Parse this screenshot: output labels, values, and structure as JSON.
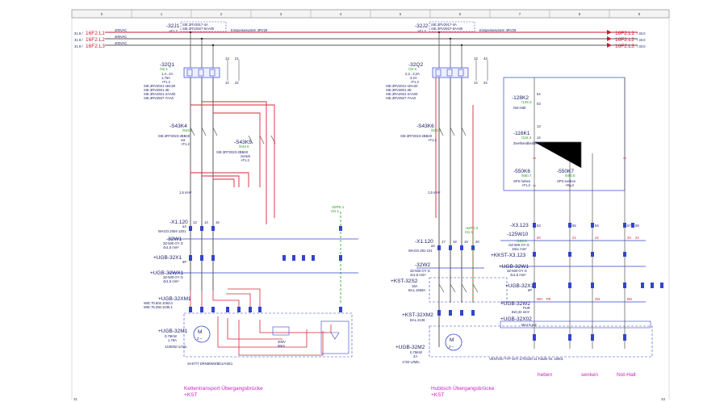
{
  "header": {
    "columns": [
      "0",
      "1",
      "2",
      "3",
      "4",
      "5",
      "6",
      "7",
      "8",
      "9"
    ]
  },
  "footer": {
    "page_left": "31",
    "page_right": "33"
  },
  "left": {
    "feed_refs": [
      "31.9 /",
      "31.9 /",
      "31.9 /"
    ],
    "feed_labels": [
      "16F2.L1",
      "16F2.L2",
      "16F2.L3"
    ],
    "feed_voltage": "400VAC",
    "breaker_top": {
      "name": "-32J1",
      "ref": "+F1.2",
      "parts": [
        "SIE.3RV2917-4A",
        "SIE.3RV2927-5AA00"
      ]
    },
    "system_label": "Einspeisesystem 3RV29",
    "mpcb": {
      "name": "-32Q1",
      "ref": "/32.1",
      "rating": [
        "1,4...2A",
        "1,75A",
        "+F1.2"
      ],
      "parts": [
        "SIE.3RV2021-1BA20",
        "SIE.3RV2901-2E",
        "SIE.3RA2921-2AA00",
        "SIE.3RV2927-7AA0"
      ]
    },
    "contactor_a": {
      "name": "-S43K4",
      "ref": "/543.5",
      "part": "SIE.3RT2023-2BB40",
      "mode": "vor",
      "loc": "+F1.2"
    },
    "contactor_b": {
      "name": "-S43K5",
      "ref": "/543.6",
      "part": "SIE.3RT2023-2BB40",
      "mode": "zurück",
      "loc": "+F1.2"
    },
    "terminal": {
      "name": "-X1.120",
      "detail": "a3",
      "part": "WAGO.2004-1301",
      "nums": [
        "13",
        "14",
        "15"
      ]
    },
    "pe_ref": "-32PE.1",
    "pe_ref_sub": "/31.1",
    "cable_w1": {
      "name": "-32W1",
      "type": "3Z-500 OY G",
      "size": "4x1,5 mm²"
    },
    "connector": {
      "name": "+UGB-32X1",
      "pin": "6P"
    },
    "cable_wx1": {
      "name": "+UGB-32WX1",
      "type": "3Z-500 OY G",
      "size": "4x1,5 mm²"
    },
    "motor_conn": {
      "name": "+UGB-32XM1",
      "parts": [
        "WIE.70.502.1053.0",
        "WIE.76.250.1035.1"
      ]
    },
    "motor": {
      "name": "+UGB-32M1",
      "power": "0,75KW",
      "current": "1,75A",
      "rpm": "1440/62 U/min."
    },
    "motor_part": "SAKT/T DRN80M4/BE1/ASE1",
    "brake": [
      "400V",
      "5Nm"
    ],
    "caption": [
      "Kettentransport Übergangsbrücke",
      "+KST"
    ]
  },
  "right": {
    "feed_labels": [
      "16F2.L1",
      "16F2.L2",
      "16F2.L3"
    ],
    "feed_refs": [
      "/ 33.0",
      "/ 33.0",
      "/ 33.0"
    ],
    "breaker_top": {
      "name": "-32J2",
      "ref": "+F1.2",
      "parts": [
        "SIE.3RV2917-4A",
        "SIE.3RV2927-5AA00"
      ]
    },
    "system_label": "Einspeisesystem 3RV29",
    "mpcb": {
      "name": "-32Q2",
      "ref": "/32.5",
      "rating": [
        "2,2...3,2A",
        "3,2A",
        "+F1.2"
      ],
      "parts": [
        "SIE.3RV2021-1DA20",
        "SIE.3RV2901-2E",
        "SIE.3RA2921-2AA00",
        "SIE.3RV2927-7AA0"
      ]
    },
    "contactor": {
      "name": "-S43K6",
      "ref": "/543.7",
      "part": "SIE.3RT2023-2BB40",
      "loc": "+F1.2"
    },
    "terminal": {
      "name": "-X1.120",
      "detail": "a4",
      "part": "WAGO.281-101",
      "nums": [
        "17",
        "18",
        "19",
        "20"
      ]
    },
    "pe_ref": "-32PE.2",
    "pe_ref_sub": "/31.1",
    "cable_w2": {
      "name": "-32W2",
      "type": "3Z-500 OY G",
      "size": "4x1,5 mm²"
    },
    "switch": {
      "name": "+KST-32S2",
      "rating": "16A",
      "part": "BAL.1669A"
    },
    "motor_conn": {
      "name": "+KST-32XM2",
      "part": "BAL.2136"
    },
    "motor": {
      "name": "+UGB-32M2",
      "power": "0,75KW",
      "current": "2A",
      "rpm": "1720 U/Min."
    },
    "motor_part": "VENTZKI TYP SHT 1/70/100-11 Fabrik-Nr. 19001",
    "caption": [
      "Hubtisch Übergangsbrücke",
      "+KST"
    ]
  },
  "control": {
    "relay_top": {
      "name": "-128K2",
      "ref": "/128.3",
      "label": "Not-Halt",
      "pins": [
        "54",
        "53"
      ]
    },
    "relay_mid": {
      "name": "-116K1",
      "ref": "/116.3",
      "label": "Zweihandbedienung",
      "pins": [
        "13",
        "14"
      ]
    },
    "relay_a": {
      "name": "-550K6",
      "ref": "/550.7",
      "label": "SPS heben",
      "loc": "+F1.3"
    },
    "relay_b": {
      "name": "-550K7",
      "ref": "/550.8",
      "label": "SPS senken",
      "loc": "+F1.3"
    },
    "terminal": {
      "name": "-X3.123",
      "nums": [
        "53",
        "55",
        "56",
        "57",
        "58"
      ]
    },
    "cable_w10": {
      "name": "-125W10",
      "ref": "/125.3",
      "type": "OZ-500 OY G",
      "size": "19x1 mm²"
    },
    "cable_w10_cores": [
      "20",
      "21",
      "22",
      "23",
      "24"
    ],
    "kst_terminal": {
      "name": "+KKST-X3.123"
    },
    "cable_w1": {
      "name": "+UGB-32W1",
      "type": "3Z-500 OY G",
      "size": "4x1,5 mm²"
    },
    "connector": {
      "name": "+UGB-32X1",
      "pin": "6P"
    },
    "cable_w2": {
      "name": "+UGB-32W2",
      "type": "PUR",
      "size": "8x0,34 mm²"
    },
    "cable_w2_cores": [
      "WH",
      "PK",
      "GN",
      "BN"
    ],
    "x02": {
      "name": "+UGB-32X02",
      "type": "M12 8 pol."
    },
    "captions": [
      "heben",
      "senken",
      "Not-Halt"
    ]
  }
}
